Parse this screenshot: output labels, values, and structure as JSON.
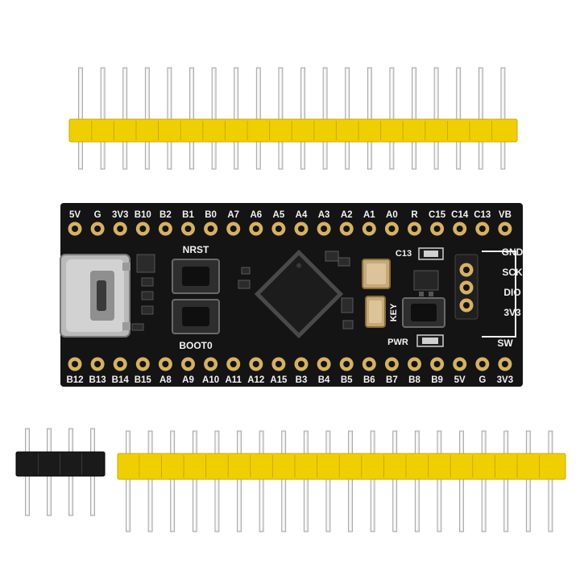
{
  "board": {
    "top_labels": [
      "5V",
      "G",
      "3V3",
      "B10",
      "B2",
      "B1",
      "B0",
      "A7",
      "A6",
      "A5",
      "A4",
      "A3",
      "A2",
      "A1",
      "A0",
      "R",
      "C15",
      "C14",
      "C13",
      "VB"
    ],
    "bottom_labels": [
      "B12",
      "B13",
      "B14",
      "B15",
      "A8",
      "A9",
      "A10",
      "A11",
      "A12",
      "A15",
      "B3",
      "B4",
      "B5",
      "B6",
      "B7",
      "B8",
      "B9",
      "5V",
      "G",
      "3V3"
    ],
    "swd_labels": [
      "GND",
      "SCK",
      "DIO",
      "3V3"
    ],
    "swd_group_label": "SW",
    "button_labels": {
      "nrst": "NRST",
      "boot0": "BOOT0",
      "key": "KEY"
    },
    "led_labels": {
      "c13": "C13",
      "pwr": "PWR"
    }
  },
  "headers": {
    "top_header_pins": 20,
    "bottom_header_pins": 20,
    "small_header_pins": 4
  },
  "colors": {
    "pcb": "#141414",
    "pad": "#d6b25e",
    "pin": "#e6e6e6",
    "yellow_housing": "#f0cf00",
    "black_housing": "#1a1a1a",
    "silkscreen": "#f2f2f2"
  }
}
